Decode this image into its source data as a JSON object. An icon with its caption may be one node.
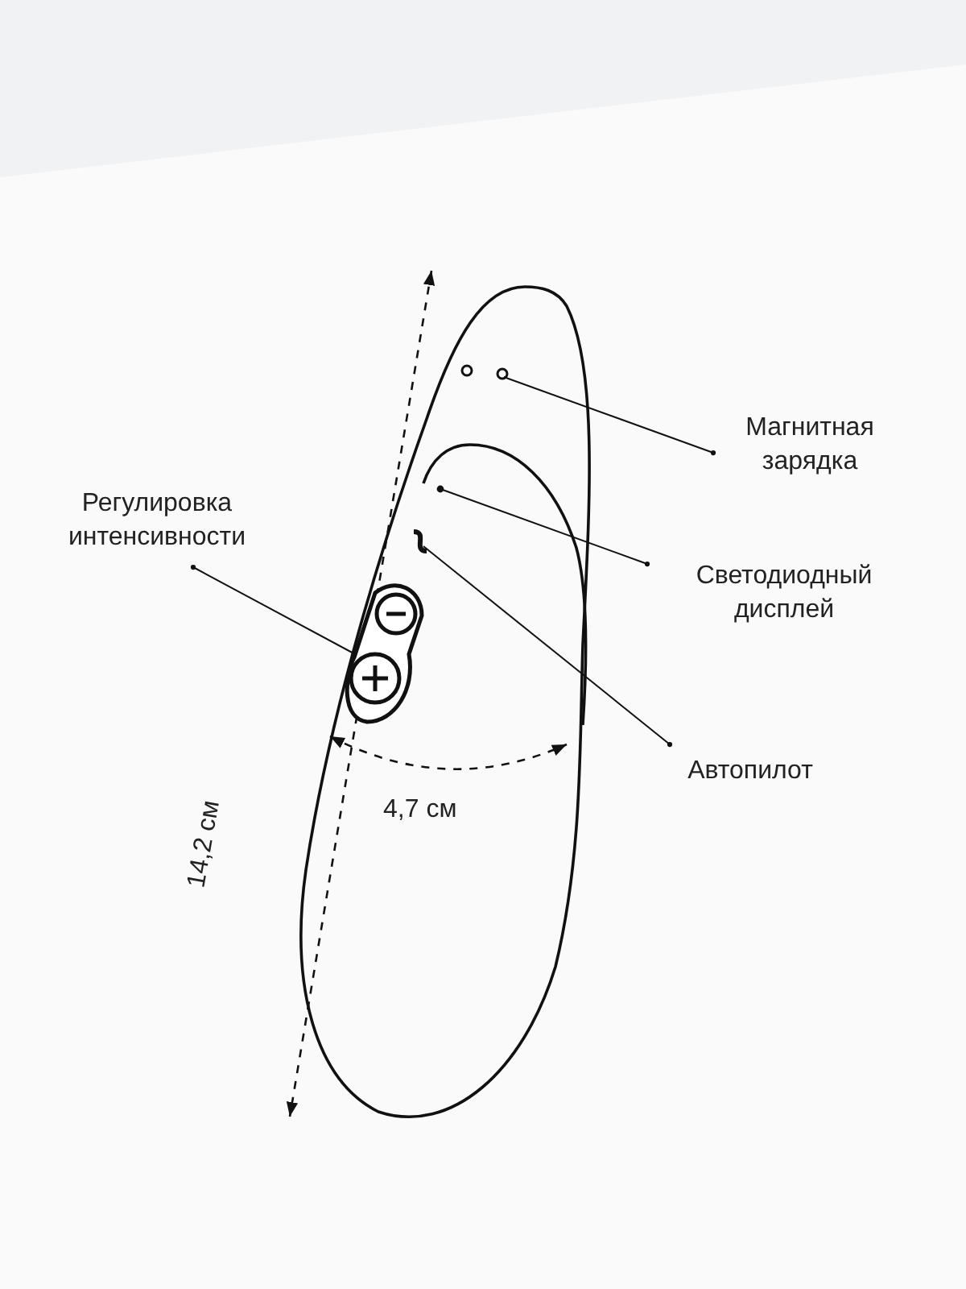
{
  "diagram": {
    "nodes": [
      {
        "text": [
          "Регулировка интенсивности"
        ]
      },
      {
        "text": [],
        "shape": "box"
      },
      {
        "text": [
          "Магнитная зарядка"
        ]
      },
      {
        "text": [],
        "shape": "circle"
      },
      {
        "text": [
          "Светодиодный дисплей"
        ]
      },
      {
        "text": [],
        "shape": "circle"
      },
      {
        "text": [
          "Автопилот"
        ]
      },
      {
        "text": [],
        "shape": "picture"
      }
    ],
    "edges": [
      {
        "from": 0,
        "to": 1,
        "arrow": "other"
      },
      {
        "from": 2,
        "to": 3,
        "arrow": "other"
      },
      {
        "from": 4,
        "to": 5,
        "arrow": "other"
      },
      {
        "from": 6,
        "to": 7,
        "arrow": "other"
      }
    ],
    "labels": [
      "4,7 см",
      "14,2 см"
    ]
  }
}
